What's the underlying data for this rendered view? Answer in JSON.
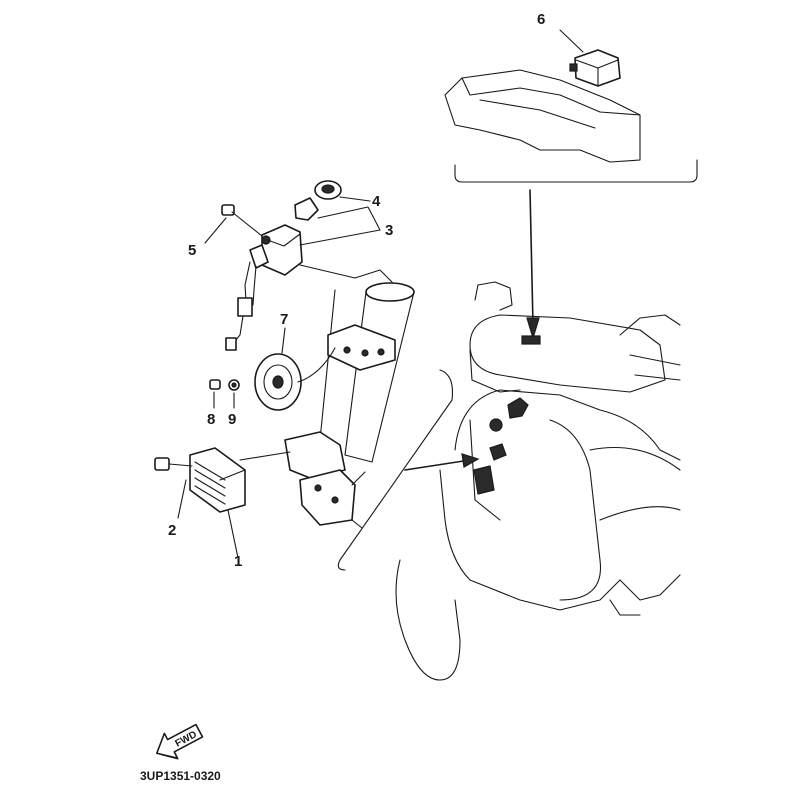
{
  "callouts": [
    {
      "id": "1",
      "label": "1"
    },
    {
      "id": "2",
      "label": "2"
    },
    {
      "id": "3",
      "label": "3"
    },
    {
      "id": "4",
      "label": "4"
    },
    {
      "id": "5",
      "label": "5"
    },
    {
      "id": "6",
      "label": "6"
    },
    {
      "id": "7",
      "label": "7"
    },
    {
      "id": "8",
      "label": "8"
    },
    {
      "id": "9",
      "label": "9"
    }
  ],
  "fwd_arrow": {
    "label": "FWD"
  },
  "diagram_code": "3UP1351-0320",
  "ink_color": "#1a1a1a"
}
